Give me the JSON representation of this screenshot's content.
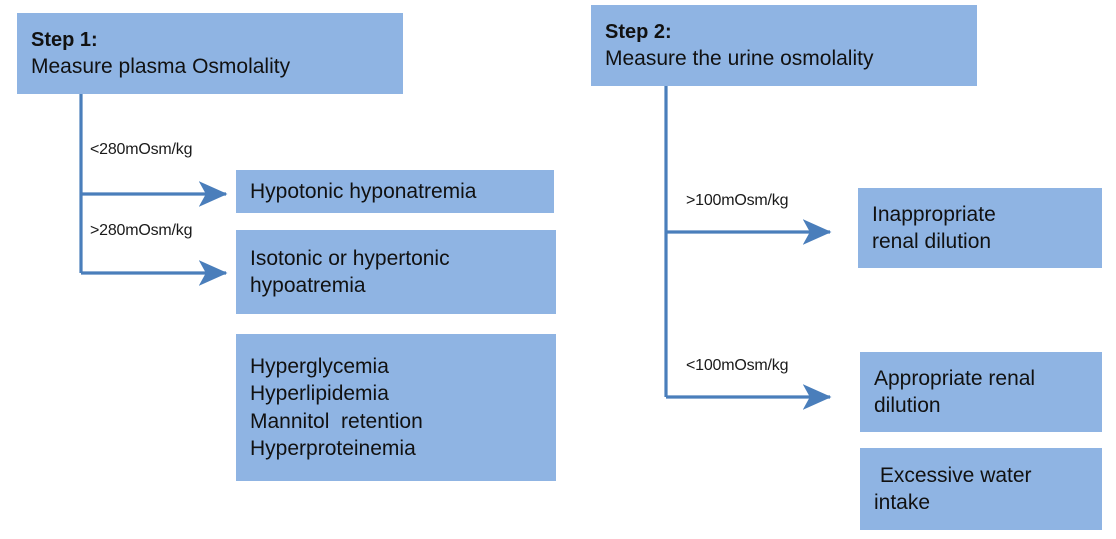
{
  "diagram": {
    "title_hidden": "",
    "colors": {
      "node_fill": "#8FB4E3",
      "connector": "#4A7EBB",
      "text": "#111111",
      "background": "#FFFFFF"
    },
    "branches": {
      "step1": {
        "header_bold": "Step 1:",
        "header_text": "Measure plasma Osmolality",
        "edges": [
          {
            "label": "<280mOsm/kg"
          },
          {
            "label": ">280mOsm/kg"
          }
        ],
        "outcomes": {
          "hypotonic": "Hypotonic hyponatremia",
          "isotonic_line1": "Isotonic or hypertonic",
          "isotonic_line2": "hypoatremia",
          "causes": [
            "Hyperglycemia",
            "Hyperlipidemia",
            "Mannitol  retention",
            "Hyperproteinemia"
          ]
        }
      },
      "step2": {
        "header_bold": "Step 2:",
        "header_text": "Measure the urine osmolality",
        "edges": [
          {
            "label": ">100mOsm/kg"
          },
          {
            "label": "<100mOsm/kg"
          }
        ],
        "outcomes": {
          "inappropriate_line1": "Inappropriate",
          "inappropriate_line2": "renal dilution",
          "appropriate_line1": "Appropriate renal",
          "appropriate_line2": "dilution",
          "excessive_line1": " Excessive water",
          "excessive_line2": "intake"
        }
      }
    }
  }
}
